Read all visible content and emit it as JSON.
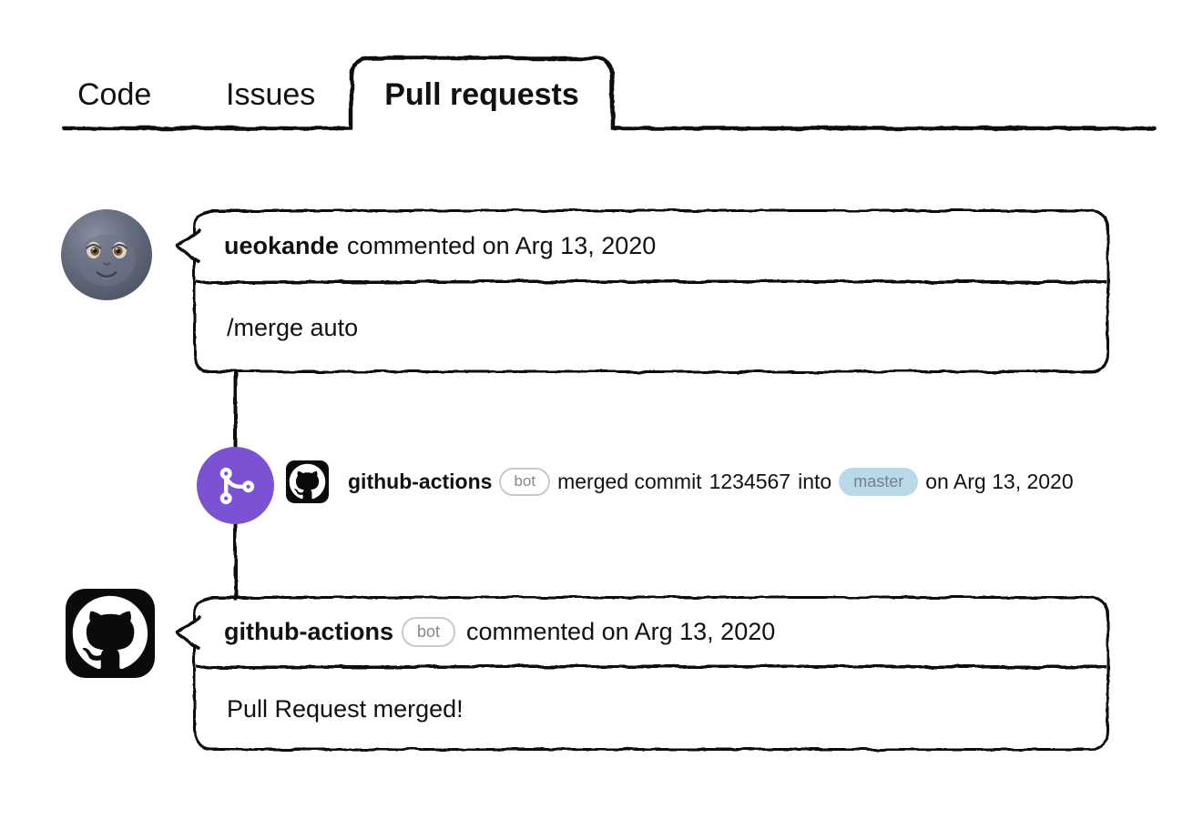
{
  "tab_bar": {
    "tabs": [
      {
        "label": "Code",
        "active": false
      },
      {
        "label": "Issues",
        "active": false
      },
      {
        "label": "Pull requests",
        "active": true
      }
    ]
  },
  "timeline": {
    "comment_1": {
      "avatar_icon": "new-moon-face-avatar",
      "author": "ueokande",
      "meta": "commented on Arg 13, 2020",
      "body": "/merge auto"
    },
    "merge_event": {
      "status_icon": "git-merge-icon",
      "avatar_icon": "github-logo-avatar",
      "author": "github-actions",
      "bot_badge": "bot",
      "action": "merged commit",
      "commit": "1234567",
      "preposition": "into",
      "branch": "master",
      "date": "on Arg 13, 2020"
    },
    "comment_2": {
      "avatar_icon": "github-logo-avatar",
      "author": "github-actions",
      "bot_badge": "bot",
      "meta": "commented on Arg 13, 2020",
      "body": "Pull Request merged!"
    }
  },
  "colors": {
    "ink": "#111111",
    "merge_icon_bg": "#7c52d5",
    "branch_badge_bg": "#b9d8e8",
    "branch_badge_text": "#76818c",
    "bot_badge_border": "#c6cacd",
    "bot_badge_text": "#84888d"
  }
}
